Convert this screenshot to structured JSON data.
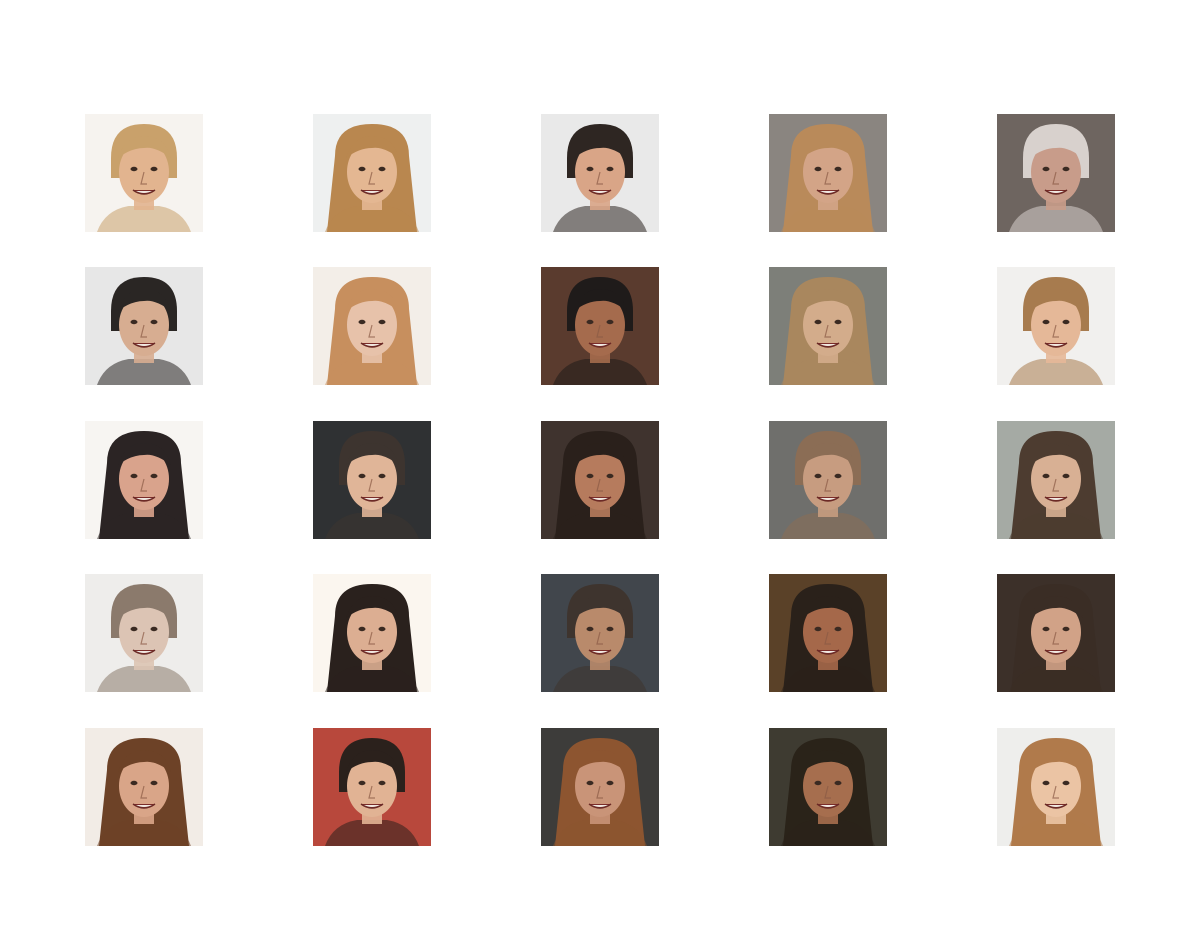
{
  "grid": {
    "rows": 5,
    "cols": 5,
    "tiles": [
      {
        "bg": "#f6f3ef",
        "hair": "#c9a16b",
        "skin": "#e2b48f",
        "style": "short"
      },
      {
        "bg": "#eef0f0",
        "hair": "#b9874f",
        "skin": "#e4b792",
        "style": "long"
      },
      {
        "bg": "#e9e9e9",
        "hair": "#2e2622",
        "skin": "#d9a587",
        "style": "short"
      },
      {
        "bg": "#8a8580",
        "hair": "#b98a5a",
        "skin": "#d3a487",
        "style": "long"
      },
      {
        "bg": "#6e6560",
        "hair": "#d8d1cd",
        "skin": "#c89c8a",
        "style": "short"
      },
      {
        "bg": "#e7e7e7",
        "hair": "#2a2624",
        "skin": "#d7ad91",
        "style": "short"
      },
      {
        "bg": "#f3eee8",
        "hair": "#c78f5e",
        "skin": "#e7c2aa",
        "style": "long"
      },
      {
        "bg": "#5a3b2e",
        "hair": "#1f1b1a",
        "skin": "#a56b4d",
        "style": "short"
      },
      {
        "bg": "#7d7f79",
        "hair": "#a9875e",
        "skin": "#d3ac8b",
        "style": "long"
      },
      {
        "bg": "#f1f0ee",
        "hair": "#a77b4e",
        "skin": "#e5b898",
        "style": "short"
      },
      {
        "bg": "#f7f5f2",
        "hair": "#2b2424",
        "skin": "#d9a38c",
        "style": "long"
      },
      {
        "bg": "#2f3133",
        "hair": "#3d342f",
        "skin": "#e0b598",
        "style": "short"
      },
      {
        "bg": "#3f332e",
        "hair": "#2a201b",
        "skin": "#b67b5d",
        "style": "long"
      },
      {
        "bg": "#6f6f6c",
        "hair": "#8b6d55",
        "skin": "#c79c80",
        "style": "short"
      },
      {
        "bg": "#a5aaa4",
        "hair": "#4d3c30",
        "skin": "#d8b094",
        "style": "long"
      },
      {
        "bg": "#eeedeb",
        "hair": "#8b7a6c",
        "skin": "#dcc4b4",
        "style": "short"
      },
      {
        "bg": "#fbf6ef",
        "hair": "#2a211d",
        "skin": "#dcae92",
        "style": "long"
      },
      {
        "bg": "#41464c",
        "hair": "#3e342e",
        "skin": "#b98a6b",
        "style": "short"
      },
      {
        "bg": "#5a4128",
        "hair": "#2a211a",
        "skin": "#a5684a",
        "style": "long"
      },
      {
        "bg": "#3c3029",
        "hair": "#3a2d25",
        "skin": "#d1a287",
        "style": "long"
      },
      {
        "bg": "#f2ece6",
        "hair": "#6d4227",
        "skin": "#d9a588",
        "style": "long"
      },
      {
        "bg": "#b8483c",
        "hair": "#2b211c",
        "skin": "#e1b394",
        "style": "short"
      },
      {
        "bg": "#3d3c3a",
        "hair": "#8d5530",
        "skin": "#c99478",
        "style": "long"
      },
      {
        "bg": "#3e3b31",
        "hair": "#2a2319",
        "skin": "#a66e4e",
        "style": "long"
      },
      {
        "bg": "#eeeeec",
        "hair": "#b07a4b",
        "skin": "#ebc4a4",
        "style": "long"
      }
    ]
  }
}
